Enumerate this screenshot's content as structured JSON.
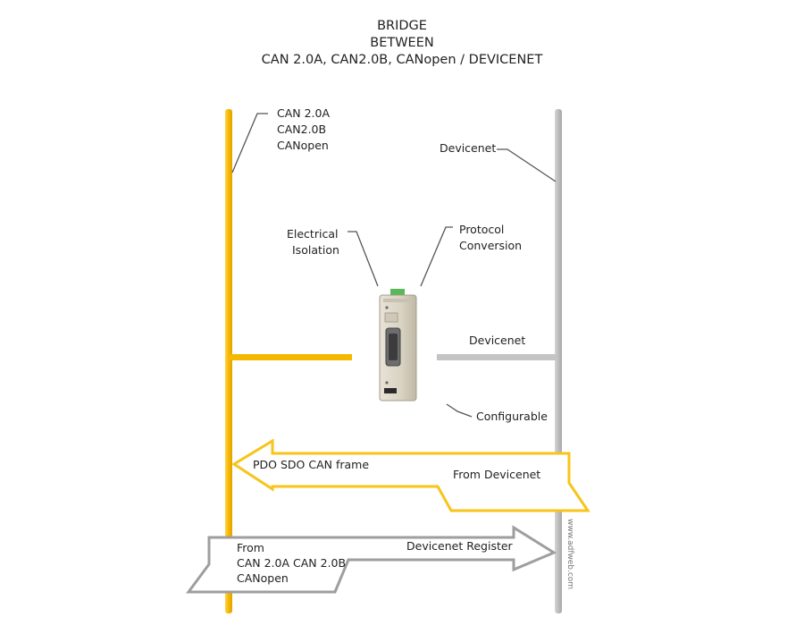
{
  "title": {
    "line1": "BRIDGE",
    "line2": "BETWEEN",
    "line3": "CAN 2.0A, CAN2.0B, CANopen / DEVICENET"
  },
  "left_bus": {
    "line1": "CAN 2.0A",
    "line2": "CAN2.0B",
    "line3": "CANopen",
    "color": "#f5b800"
  },
  "right_bus": {
    "label": "Devicenet",
    "color": "#bdbdbd"
  },
  "device": {
    "isolation_line1": "Electrical",
    "isolation_line2": "Isolation",
    "protocol_line1": "Protocol",
    "protocol_line2": "Conversion",
    "branch_label": "Devicenet",
    "configurable_label": "Configurable"
  },
  "arrow_to_can": {
    "frame_label": "PDO SDO CAN frame",
    "source_label": "From Devicenet",
    "color": "#f7c41a"
  },
  "arrow_to_devicenet": {
    "from_line1": "From",
    "from_line2": "CAN 2.0A CAN 2.0B",
    "from_line3": "CANopen",
    "target_label": "Devicenet Register",
    "color": "#9e9e9e"
  },
  "watermark": "www.adfweb.com"
}
